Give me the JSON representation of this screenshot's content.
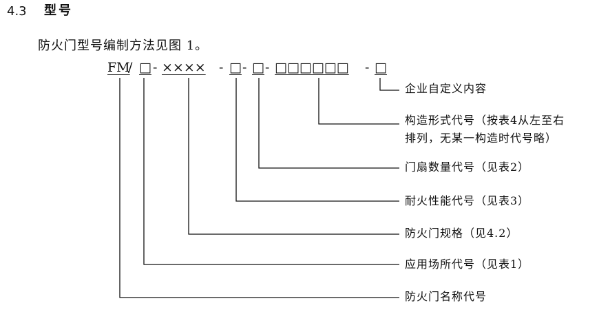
{
  "section": {
    "number": "4.3",
    "title": "型号"
  },
  "intro": "防火门型号编制方法见图 1。",
  "code": {
    "name_code": "FM",
    "slash": "/",
    "usage_box": "□",
    "dash": "-",
    "spec": "××××",
    "fire_box": "□",
    "leaf_box": "□",
    "structure_boxes": "□□□□□□",
    "custom_box": "□"
  },
  "labels": {
    "custom": "企业自定义内容",
    "structure_line1": "构造形式代号（按表4从左至右",
    "structure_line2": "排列，无某一构造时代号略）",
    "leaf_count": "门扇数量代号（见表2）",
    "fire_performance": "耐火性能代号（见表3）",
    "specification": "防火门规格（见4.2）",
    "usage": "应用场所代号（见表1）",
    "name": "防火门名称代号"
  }
}
